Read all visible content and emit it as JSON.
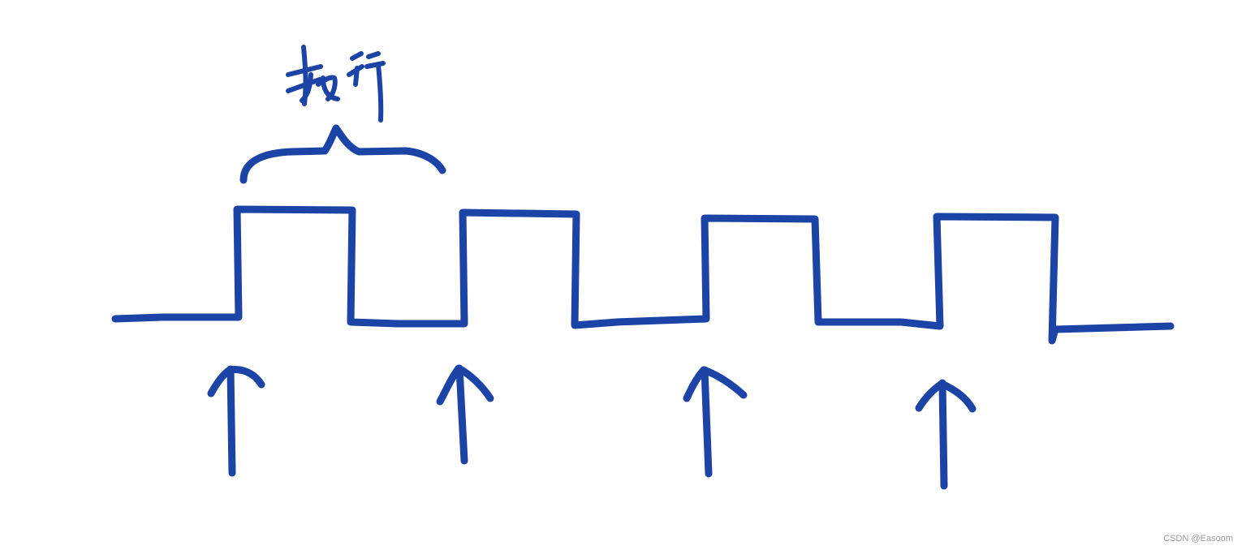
{
  "diagram": {
    "stroke_color": "#1c44a6",
    "label_text": "执行",
    "pulse_count": 4,
    "arrow_count": 4
  },
  "watermark": {
    "text": "CSDN @Easoom",
    "color": "#9a9a9a"
  }
}
